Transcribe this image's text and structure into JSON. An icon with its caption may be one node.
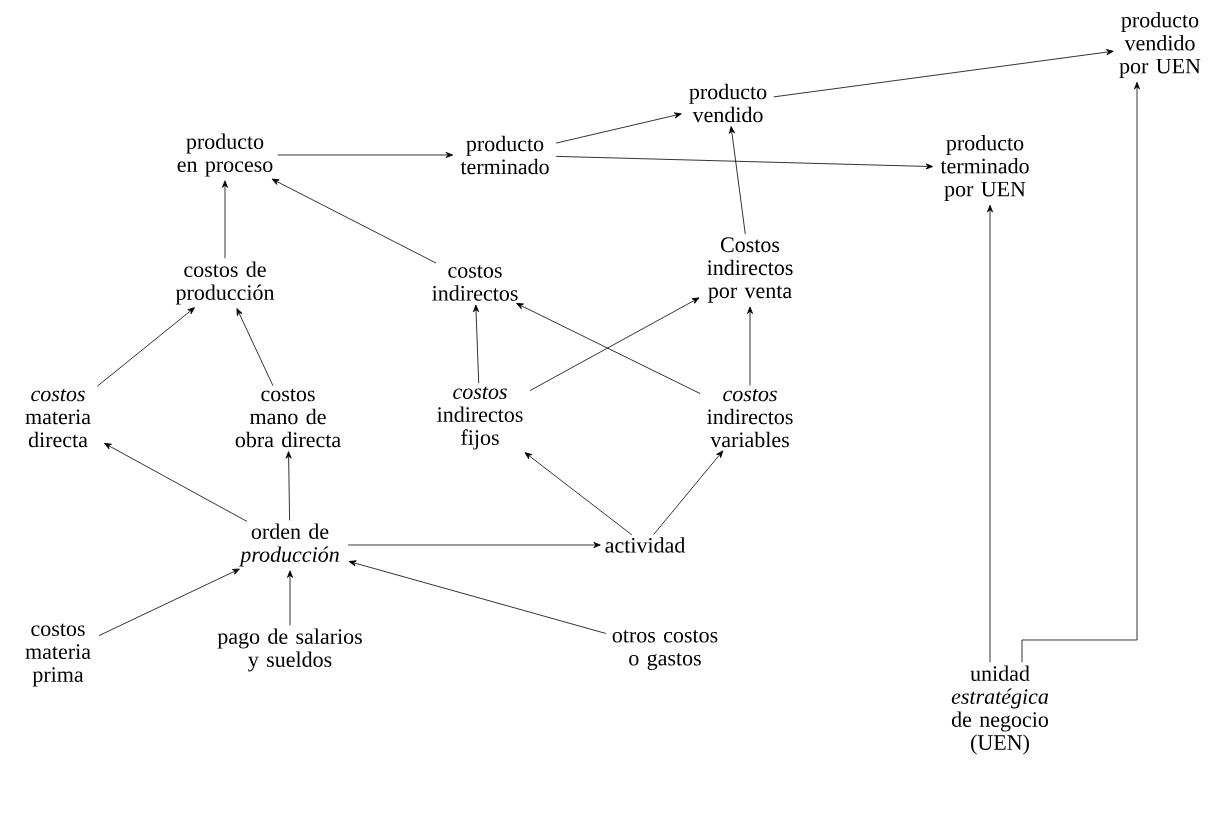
{
  "diagram": {
    "nodes": [
      {
        "text": [
          "producto vendido por UEN"
        ]
      },
      {
        "text": [
          "producto vendido"
        ]
      },
      {
        "text": [
          "producto en proceso"
        ]
      },
      {
        "text": [
          "producto terminado"
        ]
      },
      {
        "text": [
          "producto terminado por UEN"
        ]
      },
      {
        "text": [
          "costos de producción"
        ]
      },
      {
        "text": [
          "costos indirectos"
        ]
      },
      {
        "text": [
          "Costos indirectos por venta"
        ]
      },
      {
        "text": [
          "*costos* materia directa"
        ]
      },
      {
        "text": [
          "costos mano de obra directa"
        ]
      },
      {
        "text": [
          "*costos* indirectos fijos"
        ]
      },
      {
        "text": [
          "*costos* indirectos variables"
        ]
      },
      {
        "text": [
          "orden de *producción*"
        ]
      },
      {
        "text": [
          "actividad"
        ]
      },
      {
        "text": [
          "costos materia prima"
        ]
      },
      {
        "text": [
          "pago de salarios y sueldos"
        ]
      },
      {
        "text": [
          "otros costos o gastos"
        ]
      },
      {
        "text": [
          "unidad *estratégica* de negocio (UEN)"
        ]
      }
    ],
    "edges": [
      {
        "from": 1,
        "to": 0,
        "arrow": "to"
      },
      {
        "from": 3,
        "to": 1,
        "arrow": "to"
      },
      {
        "from": 2,
        "to": 3,
        "arrow": "to"
      },
      {
        "from": 3,
        "to": 4,
        "arrow": "to"
      },
      {
        "from": 7,
        "to": 1,
        "arrow": "to"
      },
      {
        "from": 5,
        "to": 2,
        "arrow": "to"
      },
      {
        "from": 6,
        "to": 2,
        "arrow": "to"
      },
      {
        "from": 8,
        "to": 5,
        "arrow": "to"
      },
      {
        "from": 9,
        "to": 5,
        "arrow": "to"
      },
      {
        "from": 10,
        "to": 6,
        "arrow": "to"
      },
      {
        "from": 11,
        "to": 6,
        "arrow": "to"
      },
      {
        "from": 10,
        "to": 7,
        "arrow": "to"
      },
      {
        "from": 11,
        "to": 7,
        "arrow": "to"
      },
      {
        "from": 12,
        "to": 8,
        "arrow": "to"
      },
      {
        "from": 12,
        "to": 9,
        "arrow": "to"
      },
      {
        "from": 12,
        "to": 13,
        "arrow": "to"
      },
      {
        "from": 13,
        "to": 10,
        "arrow": "to"
      },
      {
        "from": 13,
        "to": 11,
        "arrow": "to"
      },
      {
        "from": 14,
        "to": 12,
        "arrow": "to"
      },
      {
        "from": 15,
        "to": 12,
        "arrow": "to"
      },
      {
        "from": 16,
        "to": 12,
        "arrow": "to"
      },
      {
        "from": 17,
        "to": 4,
        "arrow": "to"
      },
      {
        "from": 17,
        "to": 0,
        "arrow": "to"
      }
    ]
  }
}
